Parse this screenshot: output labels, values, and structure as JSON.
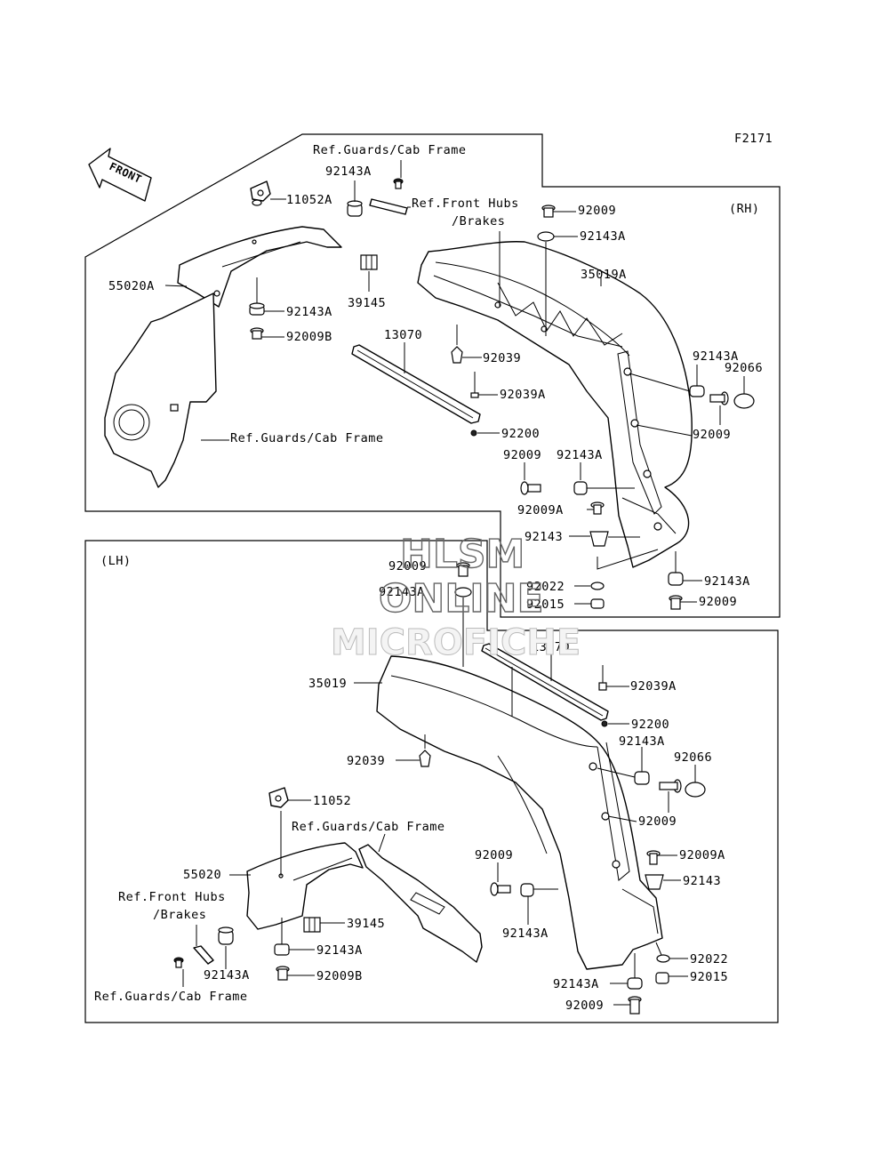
{
  "figure_code": "F2171",
  "front_arrow": {
    "label": "FRONT",
    "icon": "front-direction-arrow-icon"
  },
  "rh": {
    "side_label": "(RH)",
    "labels": {
      "ref_guards_top": "Ref.Guards/Cab Frame",
      "p92143A_top": "92143A",
      "p11052A": "11052A",
      "ref_front_hubs_1": "Ref.Front Hubs",
      "ref_front_hubs_2": "/Brakes",
      "p92009_top": "92009",
      "p92143A_grommet": "92143A",
      "p35019A": "35019A",
      "p55020A": "55020A",
      "p39145": "39145",
      "p92143A_mid": "92143A",
      "p92009B": "92009B",
      "p13070": "13070",
      "p92039": "92039",
      "p92039A": "92039A",
      "p92200": "92200",
      "ref_guards_lower": "Ref.Guards/Cab Frame",
      "p92143A_right": "92143A",
      "p92066": "92066",
      "p92009_right": "92009",
      "p92009_low": "92009",
      "p92143A_low": "92143A",
      "p92009A": "92009A",
      "p92143": "92143",
      "p92022": "92022",
      "p92015": "92015",
      "p92143A_bottom": "92143A",
      "p92009_bottom": "92009"
    }
  },
  "lh": {
    "side_label": "(LH)",
    "labels": {
      "p92009_top": "92009",
      "p92143A_top": "92143A",
      "p13070": "13070",
      "p35019": "35019",
      "p92039A": "92039A",
      "p92200": "92200",
      "p92143A_right": "92143A",
      "p92066": "92066",
      "p92039": "92039",
      "p92009_right": "92009",
      "p11052": "11052",
      "ref_guards_mid": "Ref.Guards/Cab Frame",
      "p92009": "92009",
      "p92009A": "92009A",
      "p55020": "55020",
      "p92143": "92143",
      "ref_front_hubs_1": "Ref.Front Hubs",
      "ref_front_hubs_2": "/Brakes",
      "p39145": "39145",
      "p92143A_mid": "92143A",
      "p92143A_center": "92143A",
      "p92143A_low": "92143A",
      "p92022": "92022",
      "p92009B": "92009B",
      "p92015": "92015",
      "p92143A_bottom": "92143A",
      "ref_guards_bottom": "Ref.Guards/Cab Frame",
      "p92009_bottom": "92009"
    }
  },
  "watermark": {
    "line1": "HLSM",
    "line2": "ONLINE",
    "line3": "MICROFICHE"
  }
}
